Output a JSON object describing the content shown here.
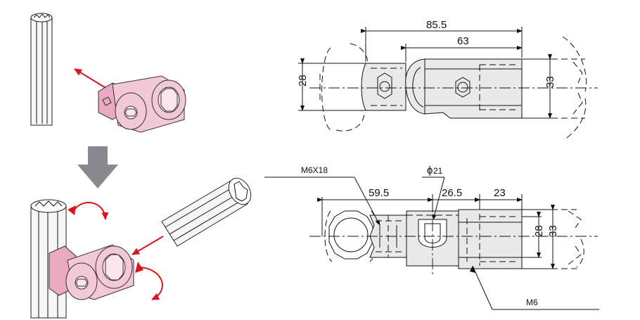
{
  "top_view": {
    "dim_overall": "85.5",
    "dim_inner": "63",
    "dim_height_left": "28",
    "dim_height_right": "33"
  },
  "bottom_view": {
    "bolt_label": "M6X18",
    "diameter_label": "21",
    "dim_a": "59.5",
    "dim_b": "26.5",
    "dim_c": "23",
    "dim_height_inner": "28",
    "dim_height_outer": "33",
    "thread_label": "M6"
  },
  "colors": {
    "connector_pink": "#f3c9d8",
    "arrow_red": "#d8141f",
    "step_arrow_gray": "#888a8f",
    "part_fill": "#e9e9e9"
  }
}
